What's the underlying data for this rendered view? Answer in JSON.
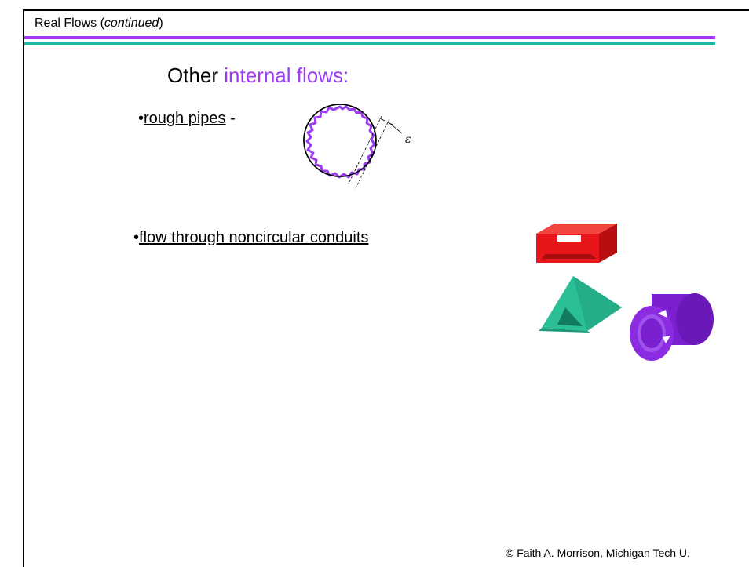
{
  "header": {
    "title": "Real Flows",
    "paren_open": " (",
    "subtitle": "continued",
    "paren_close": ")"
  },
  "main": {
    "heading": {
      "prefix": "Other ",
      "accent": "internal flows:"
    },
    "bullets": [
      {
        "marker": "•",
        "link": "rough pipes",
        "suffix": " -"
      },
      {
        "marker": "•",
        "link": "flow through noncircular conduits",
        "suffix": ""
      }
    ],
    "pipe_symbol": "ε"
  },
  "colors": {
    "accent": "#9b3cf2",
    "rule_green": "#1fb89a",
    "box_red": "#e8161b",
    "triangle_green": "#2bbf96",
    "annulus_purple": "#8b2be2"
  },
  "footer": {
    "copyright": "© Faith A. Morrison, Michigan Tech U."
  }
}
